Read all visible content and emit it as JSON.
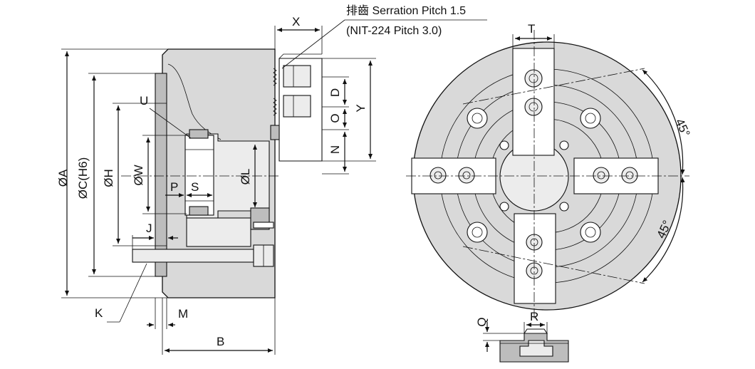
{
  "notes": {
    "serration": "排齒 Serration Pitch 1.5",
    "nit": "(NIT-224 Pitch 3.0)"
  },
  "dims": {
    "A": "ØA",
    "C": "ØC(H6)",
    "H": "ØH",
    "W": "ØW",
    "L": "ØL",
    "U": "U",
    "P": "P",
    "S": "S",
    "J": "J",
    "K": "K",
    "M": "M",
    "B": "B",
    "X": "X",
    "D": "D",
    "O": "O",
    "N": "N",
    "Y": "Y",
    "T": "T",
    "Q": "Q",
    "R": "R",
    "angle1": "45°",
    "angle2": "45°"
  }
}
